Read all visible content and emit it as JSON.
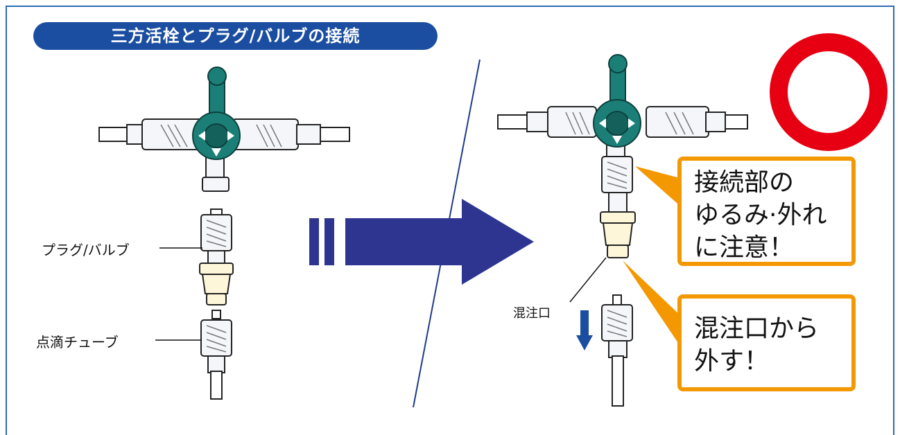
{
  "title": "三方活栓とプラグ/バルブの接続",
  "labels": {
    "plug_valve": "プラグ/バルブ",
    "drip_tube": "点滴チューブ",
    "mixing_port": "混注口"
  },
  "callouts": {
    "top": [
      "接続部の",
      "ゆるみ·外れ",
      "に注意！"
    ],
    "bottom": [
      "混注口から",
      "外す！"
    ]
  },
  "colors": {
    "title_bg": "#1b4ea1",
    "stopcock": "#1b7f78",
    "arrow": "#2d3591",
    "ok_ring": "#e60012",
    "callout_border": "#f39800",
    "down_arrow": "#1b4ea1"
  },
  "icons": [
    "ok-circle-icon",
    "right-arrow-icon",
    "down-arrow-icon"
  ]
}
